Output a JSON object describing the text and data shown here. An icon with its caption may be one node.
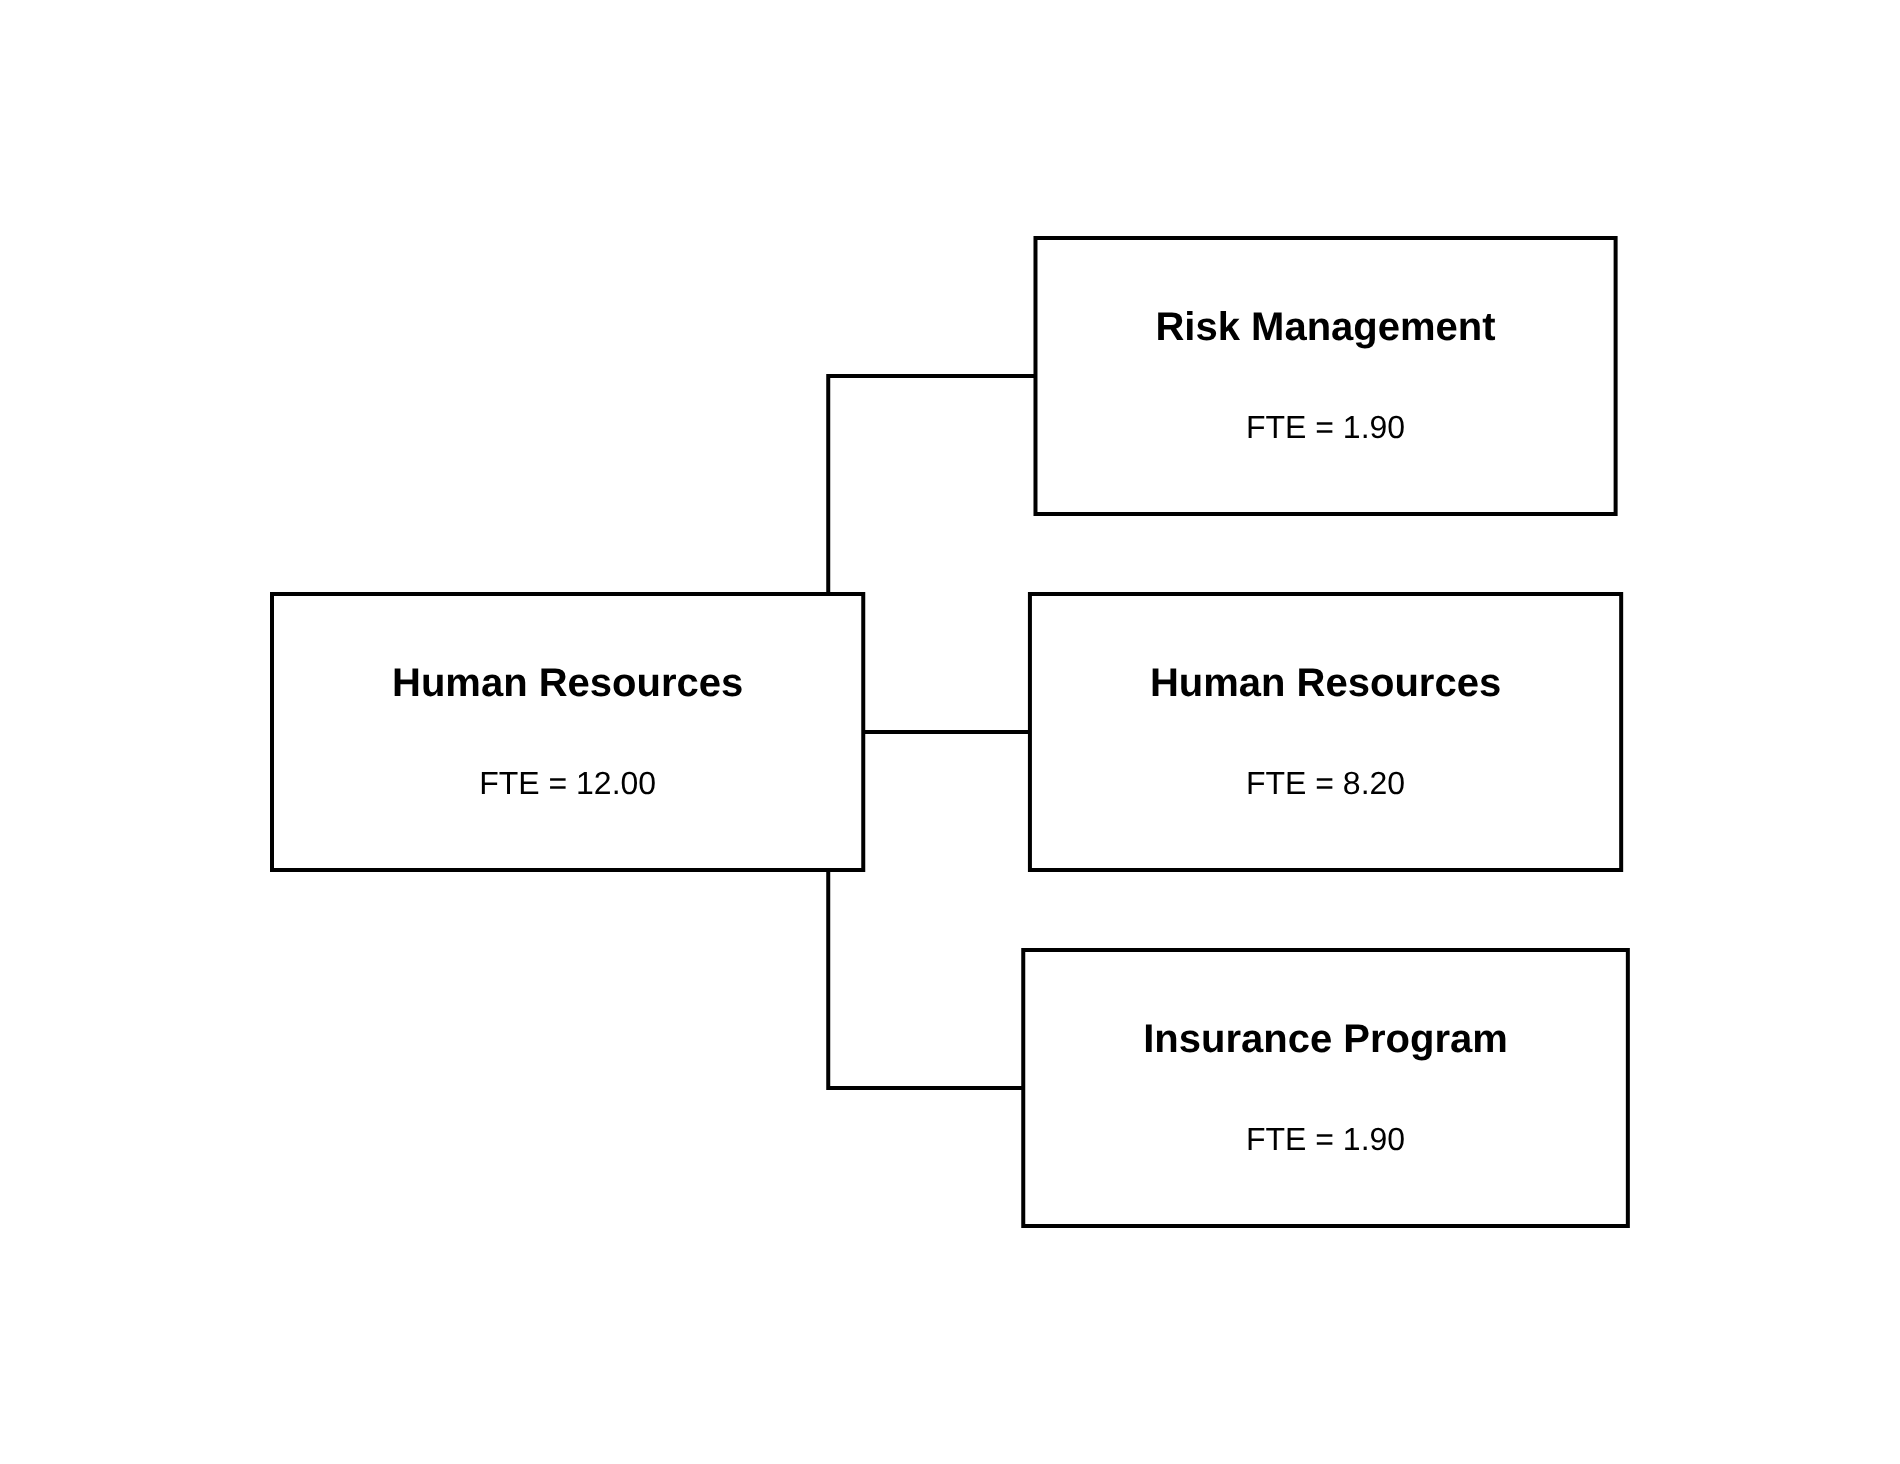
{
  "diagram": {
    "nodes": [
      {
        "text": [
          "Human Resources",
          "FTE = 12.00"
        ]
      },
      {
        "text": [
          "Risk Management",
          "FTE = 1.90"
        ]
      },
      {
        "text": [
          "Human Resources",
          "FTE = 8.20"
        ]
      },
      {
        "text": [
          "Insurance Program",
          "FTE = 1.90"
        ]
      }
    ],
    "edges": [
      {
        "from": 0,
        "to": 1,
        "arrow": "none"
      },
      {
        "from": 0,
        "to": 2,
        "arrow": "none"
      },
      {
        "from": 0,
        "to": 3,
        "arrow": "none"
      }
    ]
  }
}
